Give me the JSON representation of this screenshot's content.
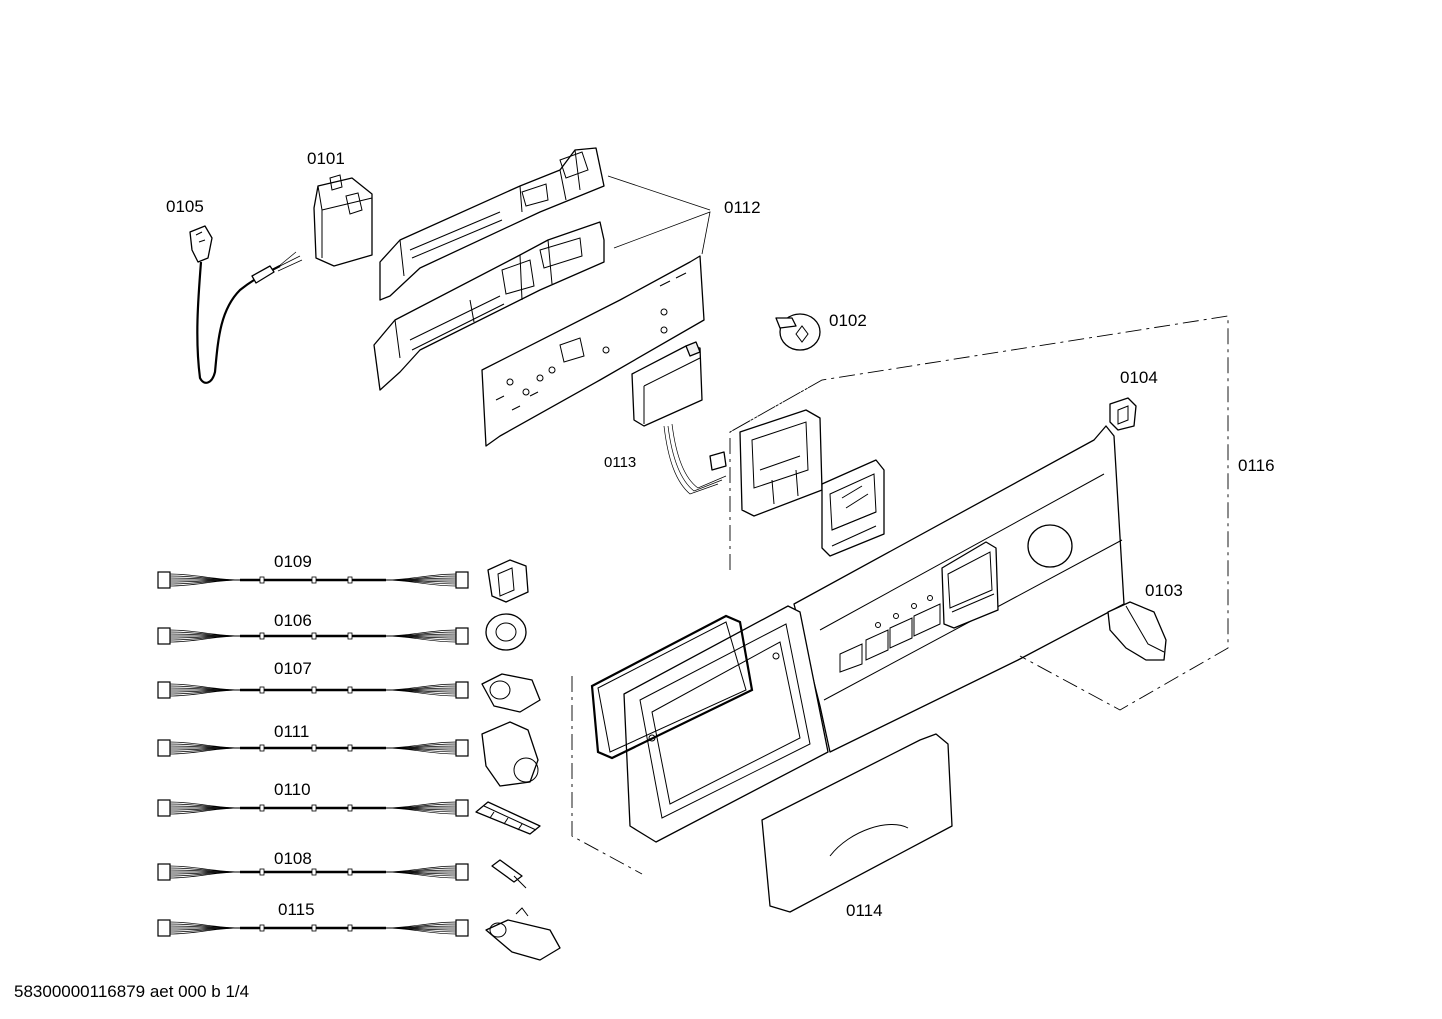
{
  "labels": {
    "p0101": "0101",
    "p0102": "0102",
    "p0103": "0103",
    "p0104": "0104",
    "p0105": "0105",
    "p0106": "0106",
    "p0107": "0107",
    "p0108": "0108",
    "p0109": "0109",
    "p0110": "0110",
    "p0111": "0111",
    "p0112": "0112",
    "p0113": "0113",
    "p0114": "0114",
    "p0115": "0115",
    "p0116": "0116"
  },
  "footer": "58300000116879 aet 000 b 1/4"
}
